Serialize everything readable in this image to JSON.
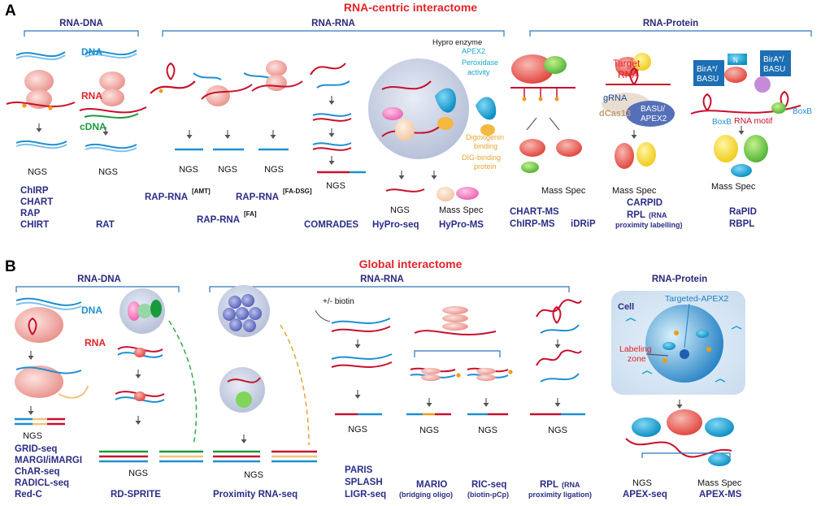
{
  "panelA": {
    "letter": "A",
    "title": "RNA-centric interactome",
    "sections": {
      "dna": "RNA-DNA",
      "rna": "RNA-RNA",
      "protein": "RNA-Protein"
    },
    "labels": {
      "dna": "DNA",
      "rna": "RNA",
      "cdna": "cDNA",
      "hypro_enzyme": "Hypro enzyme",
      "apex2": "APEX2",
      "peroxidase1": "Peroxidase",
      "peroxidase2": "activity",
      "dig1": "Digoxigenin",
      "dig2": "binding",
      "digbp1": "DIG-binding",
      "digbp2": "protein",
      "target1": "Target",
      "target2": "RNA",
      "grna": "gRNA",
      "dcas13": "dCas13",
      "basu1": "BASU/",
      "basu2": "APEX2",
      "bira1": "BirA*/",
      "bira2": "BASU",
      "n": "N",
      "boxb": "BoxB",
      "rna_motif": "RNA motif",
      "ngs": "NGS",
      "mass_spec": "Mass Spec"
    },
    "methods": {
      "col1": [
        "ChIRP",
        "CHART",
        "RAP",
        "CHIRT"
      ],
      "col2": "RAT",
      "rap_amt": "RAP-RNA",
      "sup_amt": "[AMT]",
      "rap_fadsg": "RAP-RNA",
      "sup_fadsg": "[FA-DSG]",
      "rap_fa": "RAP-RNA",
      "sup_fa": "[FA]",
      "comrades": "COMRADES",
      "hyproseq": "HyPro-seq",
      "hyproms": "HyPro-MS",
      "chartms": "CHART-MS",
      "chirpms": "ChIRP-MS",
      "idrip": "iDRiP",
      "carpid": "CARPID",
      "rpl": "RPL",
      "rpl_note1": "(RNA",
      "rpl_note2": "proximity labelling)",
      "rapid": "RaPID",
      "rbpl": "RBPL"
    }
  },
  "panelB": {
    "letter": "B",
    "title": "Global interactome",
    "sections": {
      "dna": "RNA-DNA",
      "rna": "RNA-RNA",
      "protein": "RNA-Protein"
    },
    "labels": {
      "dna": "DNA",
      "rna": "RNA",
      "biotin": "+/- biotin",
      "cell": "Cell",
      "targeted": "Targeted-APEX2",
      "labeling1": "Labeling",
      "labeling2": "zone",
      "ngs": "NGS",
      "mass_spec": "Mass Spec"
    },
    "methods": {
      "col1": [
        "GRID-seq",
        "MARGI/iMARGI",
        "ChAR-seq",
        "RADICL-seq",
        "Red-C"
      ],
      "rdsprite": "RD-SPRITE",
      "proximity": "Proximity RNA-seq",
      "paris_group": [
        "PARIS",
        "SPLASH",
        "LIGR-seq"
      ],
      "mario": "MARIO",
      "mario_note": "(bridging oligo)",
      "ricseq": "RIC-seq",
      "ricseq_note": "(biotin-pCp)",
      "rpl": "RPL",
      "rpl_note1": "(RNA",
      "rpl_note2": "proximity ligation)",
      "apexseq": "APEX-seq",
      "apexms": "APEX-MS"
    }
  },
  "colors": {
    "title_red": "#e0242a",
    "method_navy": "#2b2d85",
    "bracket_blue": "#2e75b6",
    "rna_red": "#c8102e",
    "dna_blue": "#1f8fd0",
    "protein_pink": "#f4a6a0"
  }
}
